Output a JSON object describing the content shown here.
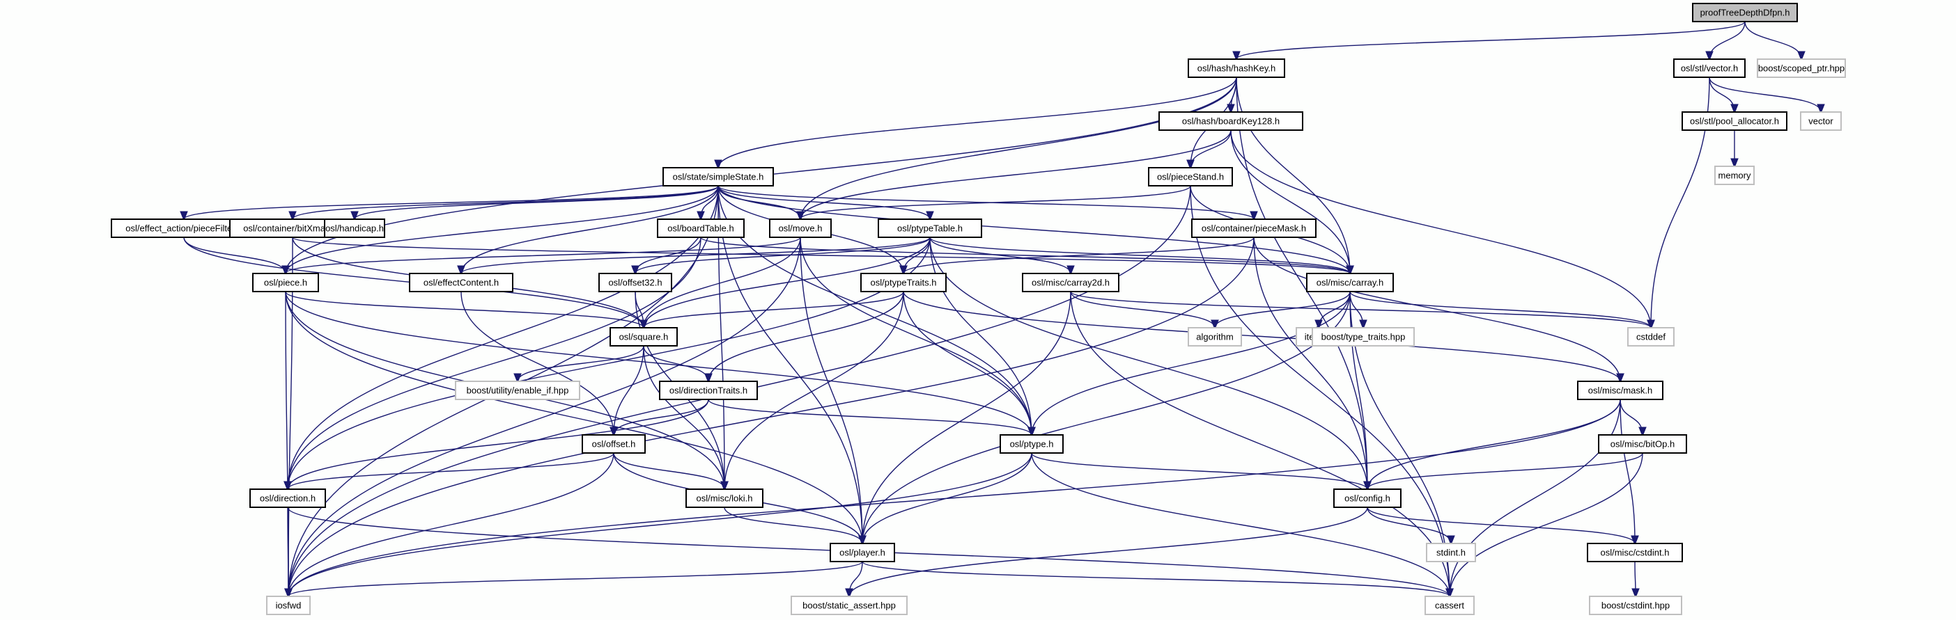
{
  "title": "proofTreeDepthDfpn.h include dependency graph",
  "colors": {
    "edge": "#191970",
    "root_fill": "#bfbfbf",
    "local_border": "#000000",
    "external_border": "#bfbfbf"
  },
  "nodes": [
    {
      "id": "root",
      "label": "proofTreeDepthDfpn.h",
      "kind": "root"
    },
    {
      "id": "hashKey",
      "label": "osl/hash/hashKey.h",
      "kind": "local"
    },
    {
      "id": "stlvector",
      "label": "osl/stl/vector.h",
      "kind": "local"
    },
    {
      "id": "scoped_ptr",
      "label": "boost/scoped_ptr.hpp",
      "kind": "external"
    },
    {
      "id": "boardKey128",
      "label": "osl/hash/boardKey128.h",
      "kind": "local"
    },
    {
      "id": "pool_allocator",
      "label": "osl/stl/pool_allocator.h",
      "kind": "local"
    },
    {
      "id": "vector",
      "label": "vector",
      "kind": "external"
    },
    {
      "id": "memory",
      "label": "memory",
      "kind": "external"
    },
    {
      "id": "simpleState",
      "label": "osl/state/simpleState.h",
      "kind": "local"
    },
    {
      "id": "pieceStand",
      "label": "osl/pieceStand.h",
      "kind": "local"
    },
    {
      "id": "pieceFilter",
      "label": "osl/effect_action/pieceFilter.h",
      "kind": "local"
    },
    {
      "id": "bitXmask",
      "label": "osl/container/bitXmask.h",
      "kind": "local"
    },
    {
      "id": "handicap",
      "label": "osl/handicap.h",
      "kind": "local"
    },
    {
      "id": "boardTable",
      "label": "osl/boardTable.h",
      "kind": "local"
    },
    {
      "id": "move",
      "label": "osl/move.h",
      "kind": "local"
    },
    {
      "id": "ptypeTable",
      "label": "osl/ptypeTable.h",
      "kind": "local"
    },
    {
      "id": "pieceMask",
      "label": "osl/container/pieceMask.h",
      "kind": "local"
    },
    {
      "id": "piece",
      "label": "osl/piece.h",
      "kind": "local"
    },
    {
      "id": "effectContent",
      "label": "osl/effectContent.h",
      "kind": "local"
    },
    {
      "id": "offset32",
      "label": "osl/offset32.h",
      "kind": "local"
    },
    {
      "id": "ptypeTraits",
      "label": "osl/ptypeTraits.h",
      "kind": "local"
    },
    {
      "id": "carray2d",
      "label": "osl/misc/carray2d.h",
      "kind": "local"
    },
    {
      "id": "carray",
      "label": "osl/misc/carray.h",
      "kind": "local"
    },
    {
      "id": "square",
      "label": "osl/square.h",
      "kind": "local"
    },
    {
      "id": "algorithm",
      "label": "algorithm",
      "kind": "external"
    },
    {
      "id": "iterator",
      "label": "iterator",
      "kind": "external"
    },
    {
      "id": "type_traits",
      "label": "boost/type_traits.hpp",
      "kind": "external"
    },
    {
      "id": "cstddef",
      "label": "cstddef",
      "kind": "external"
    },
    {
      "id": "enable_if",
      "label": "boost/utility/enable_if.hpp",
      "kind": "external"
    },
    {
      "id": "directionTraits",
      "label": "osl/directionTraits.h",
      "kind": "local"
    },
    {
      "id": "mask",
      "label": "osl/misc/mask.h",
      "kind": "local"
    },
    {
      "id": "offset",
      "label": "osl/offset.h",
      "kind": "local"
    },
    {
      "id": "ptype",
      "label": "osl/ptype.h",
      "kind": "local"
    },
    {
      "id": "bitOp",
      "label": "osl/misc/bitOp.h",
      "kind": "local"
    },
    {
      "id": "direction",
      "label": "osl/direction.h",
      "kind": "local"
    },
    {
      "id": "loki",
      "label": "osl/misc/loki.h",
      "kind": "local"
    },
    {
      "id": "config",
      "label": "osl/config.h",
      "kind": "local"
    },
    {
      "id": "player",
      "label": "osl/player.h",
      "kind": "local"
    },
    {
      "id": "stdint",
      "label": "stdint.h",
      "kind": "external"
    },
    {
      "id": "cstdint",
      "label": "osl/misc/cstdint.h",
      "kind": "local"
    },
    {
      "id": "iosfwd",
      "label": "iosfwd",
      "kind": "external"
    },
    {
      "id": "static_assert",
      "label": "boost/static_assert.hpp",
      "kind": "external"
    },
    {
      "id": "cassert",
      "label": "cassert",
      "kind": "external"
    },
    {
      "id": "cstdint_hpp",
      "label": "boost/cstdint.hpp",
      "kind": "external"
    }
  ],
  "edges": [
    [
      "root",
      "hashKey"
    ],
    [
      "root",
      "stlvector"
    ],
    [
      "root",
      "scoped_ptr"
    ],
    [
      "stlvector",
      "pool_allocator"
    ],
    [
      "stlvector",
      "vector"
    ],
    [
      "stlvector",
      "cstddef"
    ],
    [
      "pool_allocator",
      "memory"
    ],
    [
      "hashKey",
      "boardKey128"
    ],
    [
      "hashKey",
      "pieceStand"
    ],
    [
      "hashKey",
      "simpleState"
    ],
    [
      "hashKey",
      "move"
    ],
    [
      "hashKey",
      "piece"
    ],
    [
      "hashKey",
      "carray"
    ],
    [
      "hashKey",
      "config"
    ],
    [
      "boardKey128",
      "pieceStand"
    ],
    [
      "boardKey128",
      "carray"
    ],
    [
      "boardKey128",
      "move"
    ],
    [
      "boardKey128",
      "cstddef"
    ],
    [
      "pieceStand",
      "move"
    ],
    [
      "pieceStand",
      "carray"
    ],
    [
      "pieceStand",
      "cassert"
    ],
    [
      "pieceStand",
      "iosfwd"
    ],
    [
      "simpleState",
      "pieceFilter"
    ],
    [
      "simpleState",
      "bitXmask"
    ],
    [
      "simpleState",
      "handicap"
    ],
    [
      "simpleState",
      "boardTable"
    ],
    [
      "simpleState",
      "move"
    ],
    [
      "simpleState",
      "ptypeTable"
    ],
    [
      "simpleState",
      "pieceMask"
    ],
    [
      "simpleState",
      "piece"
    ],
    [
      "simpleState",
      "effectContent"
    ],
    [
      "simpleState",
      "ptypeTraits"
    ],
    [
      "simpleState",
      "carray"
    ],
    [
      "simpleState",
      "direction"
    ],
    [
      "simpleState",
      "loki"
    ],
    [
      "simpleState",
      "player"
    ],
    [
      "simpleState",
      "ptype"
    ],
    [
      "simpleState",
      "iosfwd"
    ],
    [
      "pieceFilter",
      "piece"
    ],
    [
      "pieceFilter",
      "square"
    ],
    [
      "bitXmask",
      "square"
    ],
    [
      "bitXmask",
      "carray"
    ],
    [
      "bitXmask",
      "iosfwd"
    ],
    [
      "boardTable",
      "offset32"
    ],
    [
      "boardTable",
      "carray"
    ],
    [
      "boardTable",
      "direction"
    ],
    [
      "move",
      "piece"
    ],
    [
      "move",
      "square"
    ],
    [
      "move",
      "ptype"
    ],
    [
      "move",
      "player"
    ],
    [
      "move",
      "iosfwd"
    ],
    [
      "ptypeTable",
      "ptypeTraits"
    ],
    [
      "ptypeTable",
      "offset32"
    ],
    [
      "ptypeTable",
      "carray2d"
    ],
    [
      "ptypeTable",
      "carray"
    ],
    [
      "ptypeTable",
      "effectContent"
    ],
    [
      "ptypeTable",
      "square"
    ],
    [
      "ptypeTable",
      "ptype"
    ],
    [
      "ptypeTable",
      "config"
    ],
    [
      "ptypeTable",
      "direction"
    ],
    [
      "pieceMask",
      "ptypeTraits"
    ],
    [
      "pieceMask",
      "mask"
    ],
    [
      "pieceMask",
      "config"
    ],
    [
      "pieceMask",
      "iosfwd"
    ],
    [
      "piece",
      "square"
    ],
    [
      "piece",
      "ptype"
    ],
    [
      "piece",
      "player"
    ],
    [
      "piece",
      "loki"
    ],
    [
      "piece",
      "iosfwd"
    ],
    [
      "effectContent",
      "offset"
    ],
    [
      "offset32",
      "square"
    ],
    [
      "offset32",
      "loki"
    ],
    [
      "ptypeTraits",
      "square"
    ],
    [
      "ptypeTraits",
      "directionTraits"
    ],
    [
      "ptypeTraits",
      "ptype"
    ],
    [
      "ptypeTraits",
      "loki"
    ],
    [
      "ptypeTraits",
      "mask"
    ],
    [
      "carray2d",
      "algorithm"
    ],
    [
      "carray2d",
      "cstddef"
    ],
    [
      "carray2d",
      "player"
    ],
    [
      "carray2d",
      "cassert"
    ],
    [
      "carray",
      "algorithm"
    ],
    [
      "carray",
      "iterator"
    ],
    [
      "carray",
      "type_traits"
    ],
    [
      "carray",
      "cstddef"
    ],
    [
      "carray",
      "ptype"
    ],
    [
      "carray",
      "player"
    ],
    [
      "carray",
      "config"
    ],
    [
      "carray",
      "cassert"
    ],
    [
      "square",
      "enable_if"
    ],
    [
      "square",
      "directionTraits"
    ],
    [
      "square",
      "offset"
    ],
    [
      "square",
      "loki"
    ],
    [
      "directionTraits",
      "offset"
    ],
    [
      "directionTraits",
      "ptype"
    ],
    [
      "directionTraits",
      "direction"
    ],
    [
      "mask",
      "bitOp"
    ],
    [
      "mask",
      "config"
    ],
    [
      "mask",
      "cstdint"
    ],
    [
      "mask",
      "cassert"
    ],
    [
      "mask",
      "iosfwd"
    ],
    [
      "offset",
      "direction"
    ],
    [
      "offset",
      "loki"
    ],
    [
      "offset",
      "player"
    ],
    [
      "offset",
      "iosfwd"
    ],
    [
      "ptype",
      "player"
    ],
    [
      "ptype",
      "config"
    ],
    [
      "ptype",
      "cassert"
    ],
    [
      "ptype",
      "iosfwd"
    ],
    [
      "bitOp",
      "config"
    ],
    [
      "bitOp",
      "cassert"
    ],
    [
      "direction",
      "iosfwd"
    ],
    [
      "direction",
      "cassert"
    ],
    [
      "loki",
      "player"
    ],
    [
      "config",
      "stdint"
    ],
    [
      "config",
      "cstdint"
    ],
    [
      "config",
      "static_assert"
    ],
    [
      "player",
      "iosfwd"
    ],
    [
      "player",
      "static_assert"
    ],
    [
      "player",
      "cassert"
    ],
    [
      "cstdint",
      "cstdint_hpp"
    ]
  ]
}
